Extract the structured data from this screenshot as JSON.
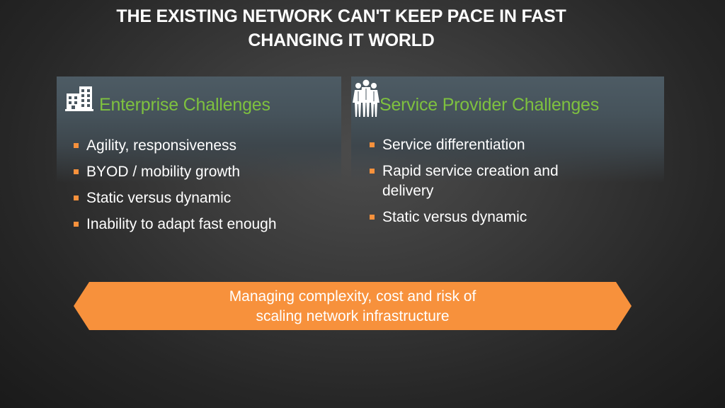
{
  "slide": {
    "title_line1": "THE EXISTING NETWORK CAN'T KEEP PACE IN FAST",
    "title_line2": "CHANGING IT WORLD"
  },
  "enterprise": {
    "heading": "Enterprise Challenges",
    "icon": "building-icon",
    "items": [
      "Agility, responsiveness",
      "BYOD / mobility growth",
      "Static versus dynamic",
      "Inability to adapt fast enough"
    ]
  },
  "service_provider": {
    "heading": "Service Provider Challenges",
    "icon": "people-group-icon",
    "items": [
      "Service differentiation",
      "Rapid service creation and delivery",
      "Static versus dynamic"
    ]
  },
  "banner": {
    "line1": "Managing complexity, cost and risk of",
    "line2": "scaling network infrastructure"
  },
  "colors": {
    "accent_green": "#7ec13f",
    "accent_orange": "#f7913c",
    "background": "#333333"
  }
}
